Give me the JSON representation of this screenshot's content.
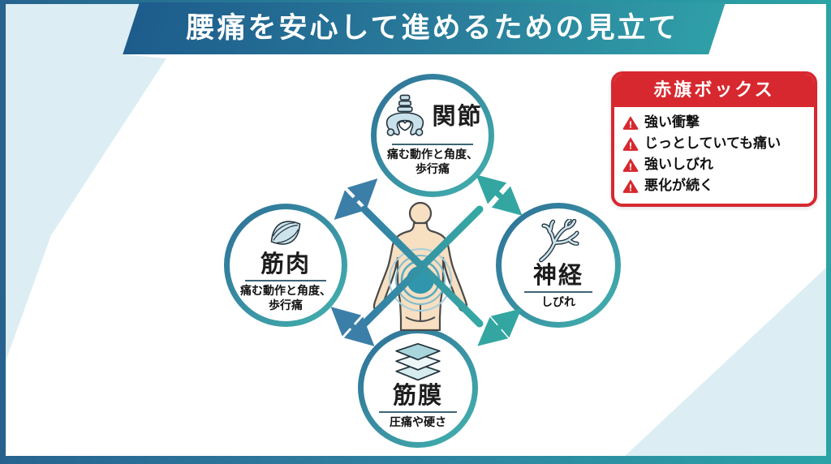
{
  "title": "腰痛を安心して進めるための見立て",
  "diagram": {
    "nodes": {
      "joint": {
        "label": "関節",
        "icon": "pelvis-joint-icon",
        "desc": [
          "痛む動作と角度、",
          "歩行痛"
        ]
      },
      "muscle": {
        "label": "筋肉",
        "icon": "muscle-icon",
        "desc": [
          "痛む動作と角度、",
          "歩行痛"
        ]
      },
      "nerve": {
        "label": "神経",
        "icon": "nerve-branch-icon",
        "desc": [
          "しびれ"
        ]
      },
      "fascia": {
        "label": "筋膜",
        "icon": "fascia-layers-icon",
        "desc": [
          "圧痛や硬さ"
        ]
      }
    },
    "center": {
      "icon": "body-back-figure-icon",
      "overlay": "x-mark"
    }
  },
  "red_flag_box": {
    "title": "赤旗ボックス",
    "items": [
      "強い衝撃",
      "じっとしていても痛い",
      "強いしびれ",
      "悪化が続く"
    ]
  },
  "colors": {
    "banner_gradient_start": "#1d5c8c",
    "banner_gradient_end": "#2f9fa7",
    "frame_blue": "#26648f",
    "frame_teal": "#2aa3a6",
    "light_panel": "#dceef3",
    "circle_border_blue": "#2d6e97",
    "circle_border_teal": "#43b4ae",
    "arrow_blue": "#3b7fa8",
    "arrow_teal": "#33a6a2",
    "alert_red": "#d7282f",
    "text_dark": "#1c1c1c"
  }
}
